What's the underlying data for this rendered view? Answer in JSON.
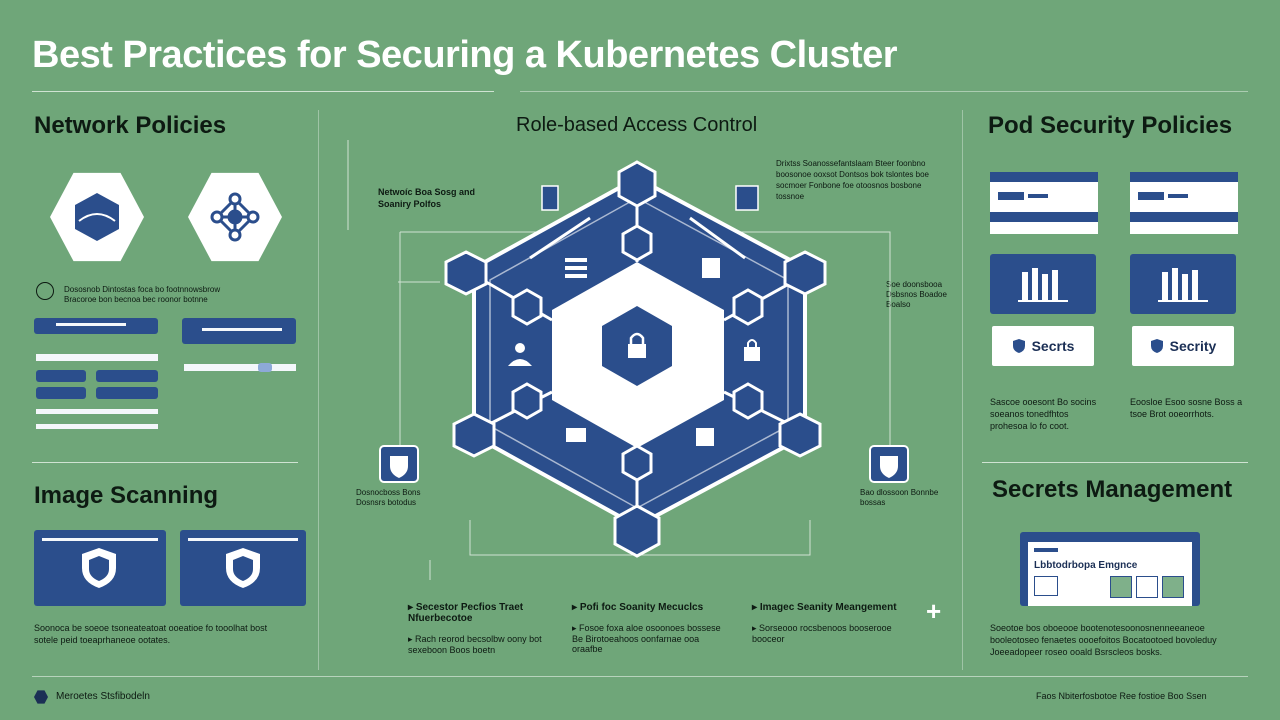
{
  "title": "Best Practices for Securing a Kubernetes Cluster",
  "sections": {
    "network": "Network Policies",
    "rbac": "Role-based Access Control",
    "pod": "Pod Security Policies",
    "image": "Image Scanning",
    "secrets": "Secrets Management"
  },
  "rbac_label": "Netwoíc Boa Sosg and Soaniry Polfos",
  "pod_buttons": {
    "secrets": "Secrts",
    "security": "Secrity"
  },
  "secrets_window": {
    "header": "Lbbtodrbopa Emgnce"
  },
  "notes": {
    "network_desc": "Dososnob Dintostas foca bo footnnowsbrow Bracoroe bon becnoa bec roonor botnne",
    "center_top": "Drixtss Soanossefantslaam Bteer foonbno boosonoe ooxsot Dontsos bok tslontes boe socmoer Fonbone foe otoosnos bosbone tossnoe",
    "right_mid": "Soe doonsbooa Dsbsnos Boadoe Boalso",
    "left_mid": "Dosnocboss Bons Dosnsrs botodus",
    "right_low": "Bao dlossoon Bonnbe bossas",
    "pod_note_1": "Sascoe ooesont Bo socins soeanos tonedfhtos prohesoa lo fo coot.",
    "pod_note_2": "Eoosloe Esoo sosne Boss a tsoe Brot ooeorrhots.",
    "image_note": "Soonoca be soeoe tsoneateatoat ooeatioe fo tooolhat bost sotele peid toeaprhaneoe ootates.",
    "secrets_note": "Soeotoe bos oboeooe bootenotesoonosnenneeaneoe booleotoseo fenaetes oooefoitos Bocatootoed bovoleduy Joeeadopeer roseo ooald Bsrscleos bosks."
  },
  "bullets": [
    {
      "head": "Secestor Pecfios Traet Nfuerbecotoe",
      "body": "Rach reorod becsolbw oony bot sexeboon Boos boetn"
    },
    {
      "head": "Pofi foc Soanity Mecuclcs",
      "body": "Fosoe foxa aloe osoonoes bossese Be Birotoeahoos oonfarnae ooa oraafbe"
    },
    {
      "head": "Imagec Seanity Meangement",
      "body": "Sorseooo rocsbenoos booserooe booceor"
    }
  ],
  "footer": {
    "left": "Meroetes Stsfibodeln",
    "right": "Faos Nbiterfosbotoe Ree fostioe Boo Ssen"
  },
  "colors": {
    "background": "#6fa679",
    "navy": "#2b4e8c",
    "white": "#ffffff"
  },
  "icons": [
    "shield-icon",
    "lock-icon",
    "network-graph-icon",
    "dashboard-icon",
    "server-icon",
    "user-icon",
    "kubernetes-icon",
    "plus-icon"
  ]
}
